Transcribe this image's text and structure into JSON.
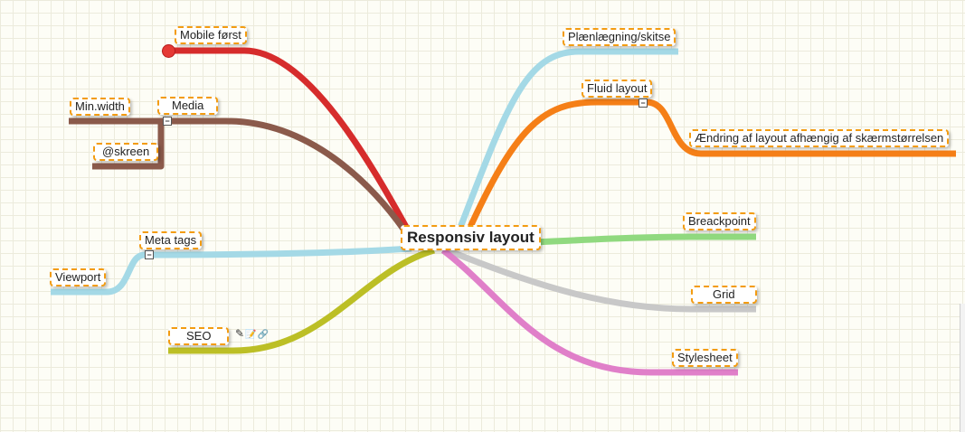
{
  "mindmap": {
    "root": "Responsiv layout",
    "branches": {
      "mobile_forst": {
        "label": "Mobile først",
        "color": "#d62c2c"
      },
      "media": {
        "label": "Media",
        "color": "#8b5a4b",
        "children": {
          "min_width": "Min.width",
          "skreen": "@skreen"
        }
      },
      "meta_tags": {
        "label": "Meta tags",
        "color": "#a4d9e6",
        "children": {
          "viewport": "Viewport"
        }
      },
      "seo": {
        "label": "SEO",
        "color": "#bcbf26"
      },
      "planlaegning": {
        "label": "Plænlægning/skitse",
        "color": "#a4d9e6"
      },
      "fluid_layout": {
        "label": "Fluid layout",
        "color": "#f57f17",
        "children": {
          "aendring": "Ændring af layout afhængig af skærmstørrelsen"
        }
      },
      "breakpoint": {
        "label": "Breackpoint",
        "color": "#90d97f"
      },
      "grid": {
        "label": "Grid",
        "color": "#c8c8c8"
      },
      "stylesheet": {
        "label": "Stylesheet",
        "color": "#e07fc9"
      }
    },
    "toggle_symbol": "−",
    "node_tools": {
      "attach_icon": "✎",
      "edit_icon": "📝",
      "link_icon": "🔗"
    }
  }
}
